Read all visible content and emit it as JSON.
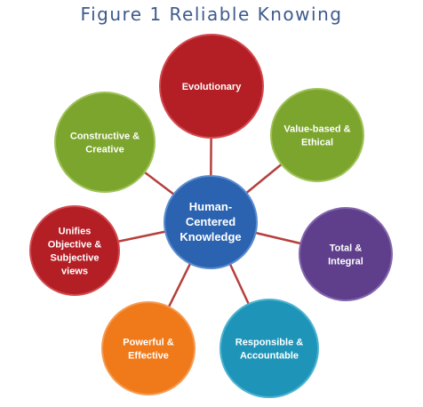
{
  "title": "Figure 1 Reliable Knowing",
  "connector_color": "#b5403d",
  "center": {
    "lines": [
      "Human-",
      "Centered",
      "Knowledge"
    ],
    "fill": "#2b63b0",
    "stroke": "#5a8ccf"
  },
  "nodes": [
    {
      "id": "evolutionary",
      "lines": [
        "Evolutionary"
      ],
      "fill": "#b41f26",
      "stroke": "#d24a4f"
    },
    {
      "id": "value-based-ethical",
      "lines": [
        "Value-based &",
        "Ethical"
      ],
      "fill": "#7ca52d",
      "stroke": "#9fc257"
    },
    {
      "id": "total-integral",
      "lines": [
        "Total &",
        "Integral"
      ],
      "fill": "#5f3f8c",
      "stroke": "#8266ad"
    },
    {
      "id": "responsible-accountable",
      "lines": [
        "Responsible &",
        "Accountable"
      ],
      "fill": "#1e95b8",
      "stroke": "#4db3d0"
    },
    {
      "id": "powerful-effective",
      "lines": [
        "Powerful &",
        "Effective"
      ],
      "fill": "#f07a1a",
      "stroke": "#f59a4f"
    },
    {
      "id": "unifies-objective-subjective",
      "lines": [
        "Unifies",
        "Objective &",
        "Subjective",
        "views"
      ],
      "fill": "#b41f26",
      "stroke": "#d24a4f"
    },
    {
      "id": "constructive-creative",
      "lines": [
        "Constructive &",
        "Creative"
      ],
      "fill": "#7ca52d",
      "stroke": "#9fc257"
    }
  ]
}
